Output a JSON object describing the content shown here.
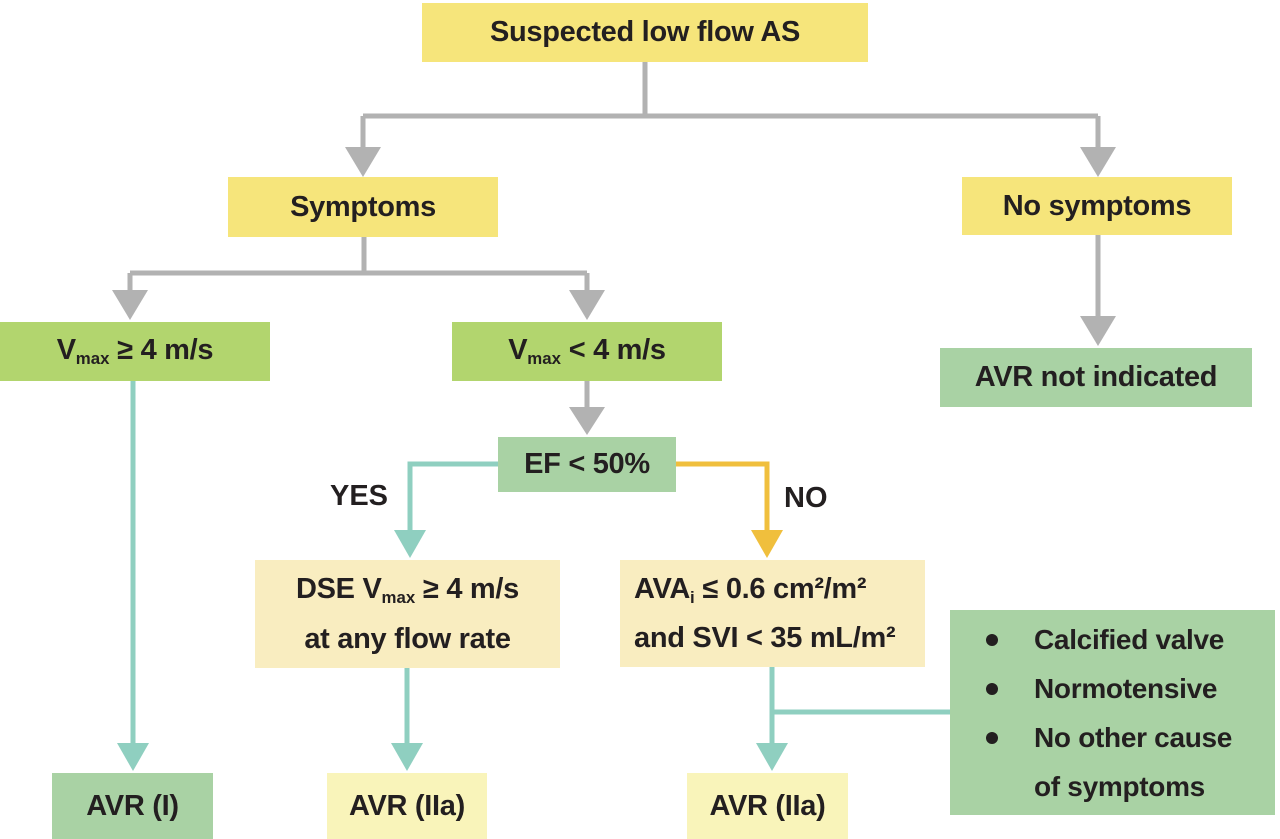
{
  "figure": {
    "type": "clinical-decision-flowchart",
    "topic": "Suspected low flow AS"
  },
  "palette": {
    "yellow_box": "#f6e57b",
    "pale_yellow_box": "#f9f4ba",
    "bright_green_box": "#b2d56e",
    "light_green_box": "#a9d2a4",
    "cream_box": "#f9edc0",
    "gray_line": "#b2b2b2",
    "teal_line": "#8fcfc0",
    "orange_line": "#f0bf3d",
    "text": "#231f20"
  },
  "nodes": {
    "suspected": {
      "label": "Suspected low flow AS"
    },
    "symptoms": {
      "label": "Symptoms"
    },
    "no_symptoms": {
      "label": "No symptoms"
    },
    "vmax_ge": {
      "base": "V",
      "sub": "max",
      "rest": " ≥ 4 m/s"
    },
    "vmax_lt": {
      "base": "V",
      "sub": "max",
      "rest": " < 4 m/s"
    },
    "avr_not_indicated": {
      "label": "AVR not indicated"
    },
    "ef": {
      "label": "EF < 50%"
    },
    "dse": {
      "line1_base": "DSE V",
      "line1_sub": "max",
      "line1_rest": " ≥ 4 m/s",
      "line2": "at any flow rate"
    },
    "ava": {
      "line1_base": "AVA",
      "line1_sub": "i",
      "line1_rest": " ≤ 0.6 cm²/m²",
      "line2": "and SVI < 35 mL/m²"
    },
    "criteria": {
      "items": [
        "Calcified valve",
        "Normotensive",
        "No other cause of symptoms"
      ]
    },
    "avr_i": {
      "label": "AVR (I)"
    },
    "avr_iia_dse": {
      "label": "AVR (IIa)"
    },
    "avr_iia_ava": {
      "label": "AVR (IIa)"
    }
  },
  "edge_labels": {
    "yes": "YES",
    "no": "NO"
  }
}
